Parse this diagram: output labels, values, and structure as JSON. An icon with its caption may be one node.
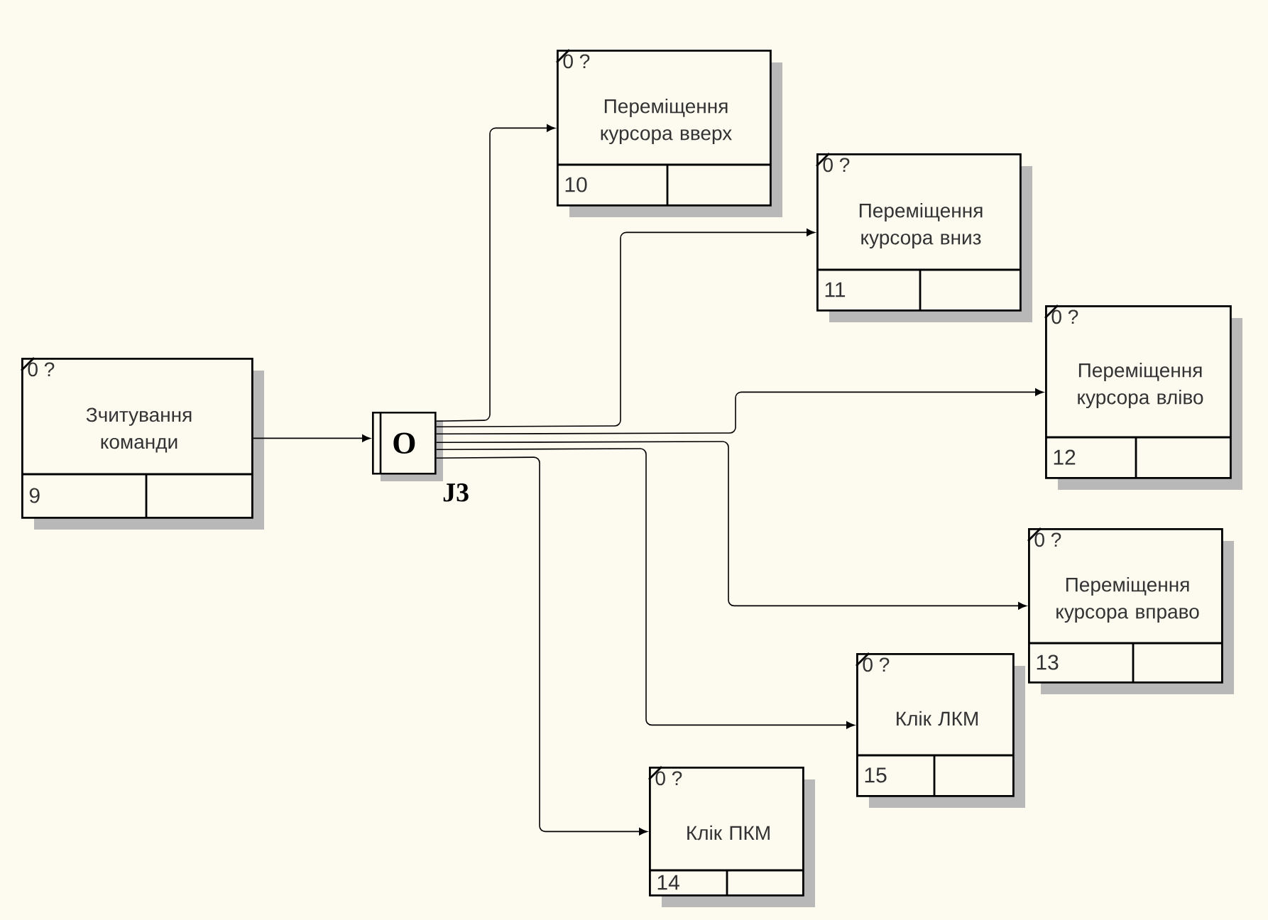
{
  "diagram": {
    "nodes": [
      {
        "text": [
          "0 ?",
          "Зчитування команди",
          "9"
        ]
      },
      {
        "text": [
          "O"
        ],
        "beside": [
          "J3"
        ]
      },
      {
        "text": [
          "0 ?",
          "Переміщення курсора вверх",
          "10"
        ]
      },
      {
        "text": [
          "0 ?",
          "Переміщення курсора вниз",
          "11"
        ]
      },
      {
        "text": [
          "0 ?",
          "Переміщення курсора вліво",
          "12"
        ]
      },
      {
        "text": [
          "0 ?",
          "Переміщення курсора вправо",
          "13"
        ]
      },
      {
        "text": [
          "0 ?",
          "Клік ЛКМ",
          "15"
        ]
      },
      {
        "text": [
          "0 ?",
          "Клік ПКМ",
          "14"
        ]
      }
    ],
    "edges": [
      {
        "from": 0,
        "to": 1,
        "arrow": "to"
      },
      {
        "from": 1,
        "to": 2,
        "arrow": "to"
      },
      {
        "from": 1,
        "to": 3,
        "arrow": "to"
      },
      {
        "from": 1,
        "to": 4,
        "arrow": "to"
      },
      {
        "from": 1,
        "to": 5,
        "arrow": "to"
      },
      {
        "from": 1,
        "to": 6,
        "arrow": "to"
      },
      {
        "from": 1,
        "to": 7,
        "arrow": "to"
      }
    ]
  }
}
